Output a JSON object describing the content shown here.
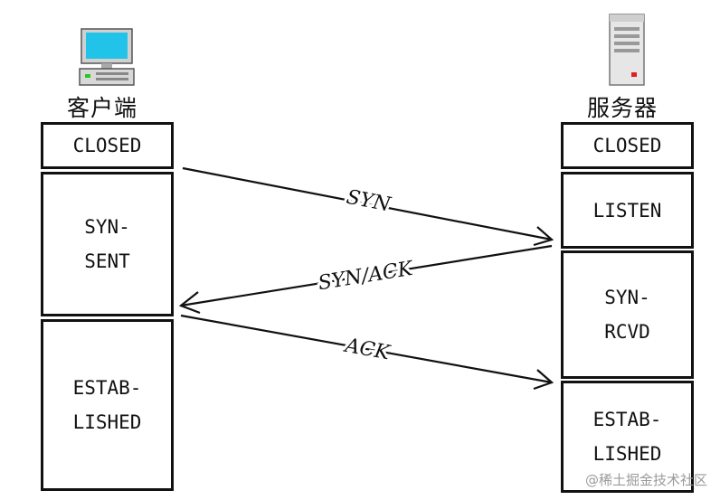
{
  "client": {
    "label": "客户端",
    "icon": "desktop-computer-icon",
    "states": [
      "CLOSED",
      "SYN-\nSENT",
      "ESTAB-\nLISHED"
    ]
  },
  "server": {
    "label": "服务器",
    "icon": "server-tower-icon",
    "states": [
      "CLOSED",
      "LISTEN",
      "SYN-\nRCVD",
      "ESTAB-\nLISHED"
    ]
  },
  "messages": [
    "SYN",
    "SYN/ACK",
    "ACK"
  ],
  "watermark": "@稀土掘金技术社区"
}
